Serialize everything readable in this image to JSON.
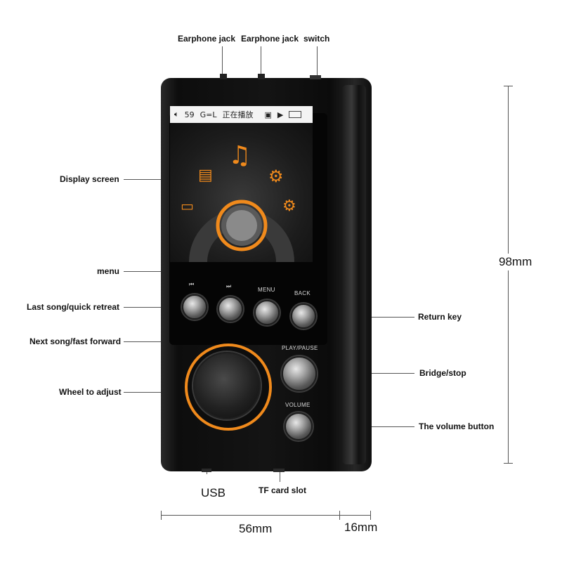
{
  "labels": {
    "earphone_jack_1": "Earphone jack",
    "earphone_jack_2": "Earphone jack",
    "switch": "switch",
    "display_screen": "Display screen",
    "menu": "menu",
    "last_song": "Last song/quick retreat",
    "next_song": "Next song/fast forward",
    "wheel": "Wheel to adjust",
    "return_key": "Return key",
    "bridge_stop": "Bridge/stop",
    "volume_button": "The volume button",
    "usb": "USB",
    "tf_card": "TF card slot"
  },
  "dimensions": {
    "height": "98mm",
    "width": "56mm",
    "depth": "16mm"
  },
  "device": {
    "status_volume": "59",
    "status_mode": "G=L",
    "status_title": "正在播放",
    "buttons": {
      "prev": "⏮",
      "next": "⏭",
      "menu": "MENU",
      "back": "BACK",
      "play_pause": "PLAY/PAUSE",
      "volume": "VOLUME"
    }
  },
  "colors": {
    "accent_orange": "#f08a1c",
    "background": "#ffffff"
  }
}
